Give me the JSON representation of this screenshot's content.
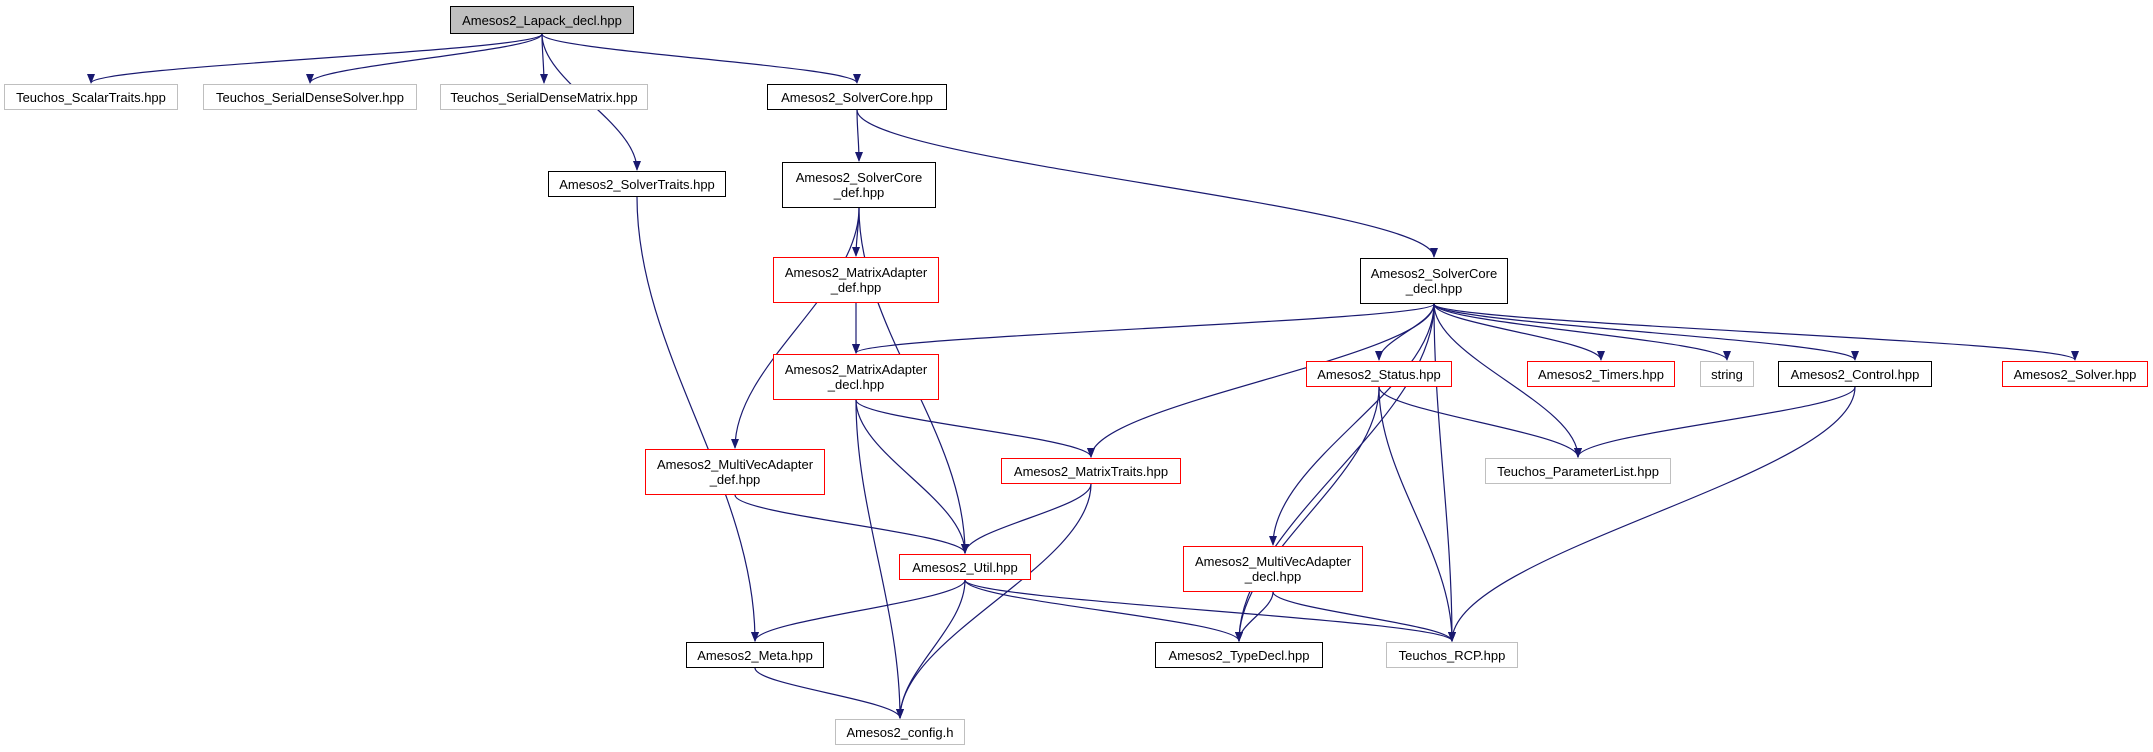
{
  "graph": {
    "edge_color": "#191970",
    "nodes": [
      {
        "id": "root",
        "label": "Amesos2_Lapack_decl.hpp",
        "kind": "root"
      },
      {
        "id": "scalartraits",
        "label": "Teuchos_ScalarTraits.hpp",
        "kind": "external"
      },
      {
        "id": "serialdensesolver",
        "label": "Teuchos_SerialDenseSolver.hpp",
        "kind": "external"
      },
      {
        "id": "serialdensematrix",
        "label": "Teuchos_SerialDenseMatrix.hpp",
        "kind": "external"
      },
      {
        "id": "solvercore",
        "label": "Amesos2_SolverCore.hpp",
        "kind": "normal"
      },
      {
        "id": "solvertraits",
        "label": "Amesos2_SolverTraits.hpp",
        "kind": "normal"
      },
      {
        "id": "solvercore_def",
        "label": "Amesos2_SolverCore\n_def.hpp",
        "kind": "normal"
      },
      {
        "id": "matrixadapter_def",
        "label": "Amesos2_MatrixAdapter\n_def.hpp",
        "kind": "truncated"
      },
      {
        "id": "solvercore_decl",
        "label": "Amesos2_SolverCore\n_decl.hpp",
        "kind": "normal"
      },
      {
        "id": "matrixadapter_decl",
        "label": "Amesos2_MatrixAdapter\n_decl.hpp",
        "kind": "truncated"
      },
      {
        "id": "status",
        "label": "Amesos2_Status.hpp",
        "kind": "truncated"
      },
      {
        "id": "timers",
        "label": "Amesos2_Timers.hpp",
        "kind": "truncated"
      },
      {
        "id": "string",
        "label": "string",
        "kind": "external"
      },
      {
        "id": "control",
        "label": "Amesos2_Control.hpp",
        "kind": "normal"
      },
      {
        "id": "solver",
        "label": "Amesos2_Solver.hpp",
        "kind": "truncated"
      },
      {
        "id": "multivecadapter_def",
        "label": "Amesos2_MultiVecAdapter\n_def.hpp",
        "kind": "truncated"
      },
      {
        "id": "matrixtraits",
        "label": "Amesos2_MatrixTraits.hpp",
        "kind": "truncated"
      },
      {
        "id": "parameterlist",
        "label": "Teuchos_ParameterList.hpp",
        "kind": "external"
      },
      {
        "id": "util",
        "label": "Amesos2_Util.hpp",
        "kind": "truncated"
      },
      {
        "id": "multivecadapter_decl",
        "label": "Amesos2_MultiVecAdapter\n_decl.hpp",
        "kind": "truncated"
      },
      {
        "id": "meta",
        "label": "Amesos2_Meta.hpp",
        "kind": "normal"
      },
      {
        "id": "typedecl",
        "label": "Amesos2_TypeDecl.hpp",
        "kind": "normal"
      },
      {
        "id": "rcp",
        "label": "Teuchos_RCP.hpp",
        "kind": "external"
      },
      {
        "id": "config",
        "label": "Amesos2_config.h",
        "kind": "external"
      }
    ],
    "edges": [
      [
        "root",
        "scalartraits"
      ],
      [
        "root",
        "serialdensesolver"
      ],
      [
        "root",
        "serialdensematrix"
      ],
      [
        "root",
        "solvercore"
      ],
      [
        "root",
        "solvertraits"
      ],
      [
        "solvercore",
        "solvercore_def"
      ],
      [
        "solvercore",
        "solvercore_decl"
      ],
      [
        "solvertraits",
        "meta"
      ],
      [
        "solvercore_def",
        "matrixadapter_def"
      ],
      [
        "solvercore_def",
        "multivecadapter_def"
      ],
      [
        "solvercore_def",
        "util"
      ],
      [
        "matrixadapter_def",
        "matrixadapter_decl"
      ],
      [
        "matrixadapter_decl",
        "matrixtraits"
      ],
      [
        "matrixadapter_decl",
        "util"
      ],
      [
        "matrixadapter_decl",
        "config"
      ],
      [
        "solvercore_decl",
        "matrixadapter_decl"
      ],
      [
        "solvercore_decl",
        "matrixtraits"
      ],
      [
        "solvercore_decl",
        "typedecl"
      ],
      [
        "solvercore_decl",
        "multivecadapter_decl"
      ],
      [
        "solvercore_decl",
        "status"
      ],
      [
        "solvercore_decl",
        "parameterlist"
      ],
      [
        "solvercore_decl",
        "timers"
      ],
      [
        "solvercore_decl",
        "string"
      ],
      [
        "solvercore_decl",
        "control"
      ],
      [
        "solvercore_decl",
        "solver"
      ],
      [
        "solvercore_decl",
        "rcp"
      ],
      [
        "status",
        "parameterlist"
      ],
      [
        "status",
        "typedecl"
      ],
      [
        "status",
        "rcp"
      ],
      [
        "control",
        "parameterlist"
      ],
      [
        "control",
        "rcp"
      ],
      [
        "multivecadapter_def",
        "util"
      ],
      [
        "matrixtraits",
        "util"
      ],
      [
        "matrixtraits",
        "config"
      ],
      [
        "util",
        "meta"
      ],
      [
        "util",
        "typedecl"
      ],
      [
        "util",
        "rcp"
      ],
      [
        "util",
        "config"
      ],
      [
        "multivecadapter_decl",
        "typedecl"
      ],
      [
        "multivecadapter_decl",
        "rcp"
      ],
      [
        "meta",
        "config"
      ]
    ]
  }
}
